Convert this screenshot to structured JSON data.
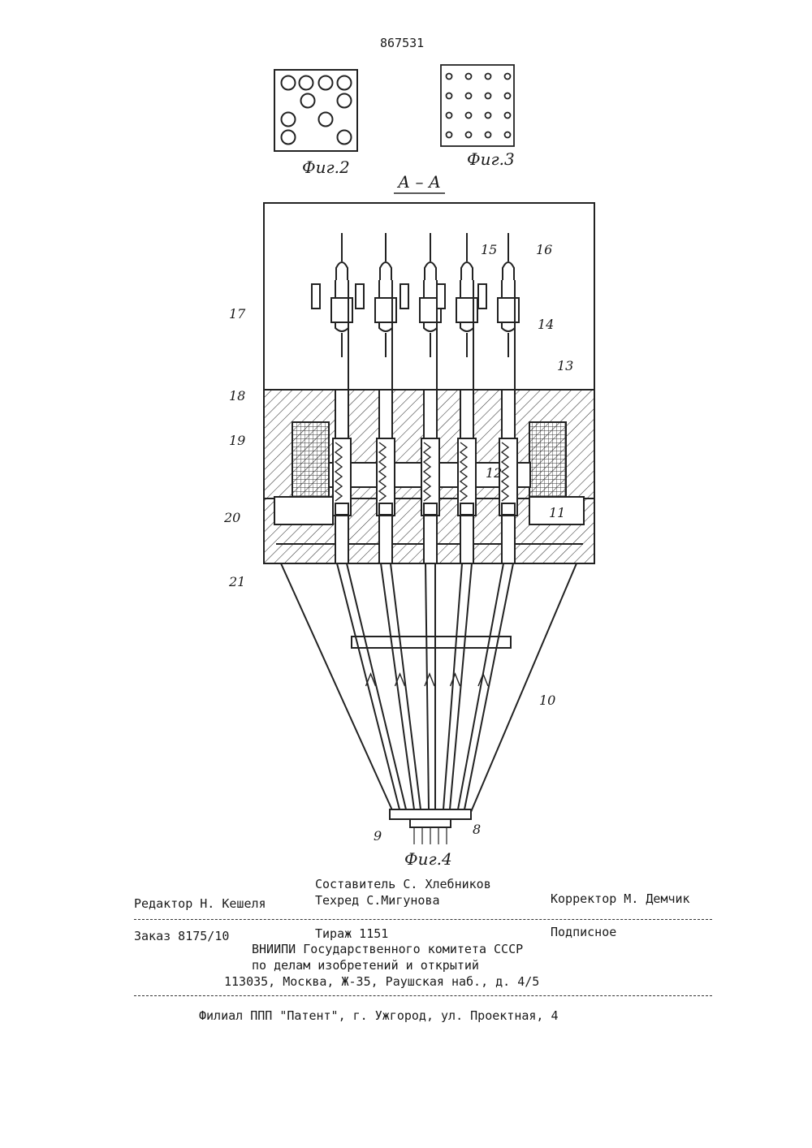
{
  "header": {
    "patent_number": "867531"
  },
  "figures": {
    "fig2_caption": "Фиг.2",
    "fig3_caption": "Фиг.3",
    "fig4_caption": "Фиг.4",
    "section_label": "А – А",
    "reference_numbers": [
      "8",
      "9",
      "10",
      "11",
      "12",
      "13",
      "14",
      "15",
      "16",
      "17",
      "18",
      "19",
      "20",
      "21"
    ]
  },
  "imprint": {
    "compiler": "Составитель  С. Хлебников",
    "editor": "Редактор  Н. Кешеля",
    "techred": "Техред С.Мигунова",
    "corrector": "Корректор М. Демчик",
    "order": "Заказ  8175/10",
    "circulation": "Тираж  1151",
    "subscription": "Подписное",
    "org_line1": "ВНИИПИ Государственного комитета СССР",
    "org_line2": "по делам изобретений и открытий",
    "org_line3": "113035, Москва, Ж-35, Раушская наб., д. 4/5",
    "branch": "Филиал ППП \"Патент\", г. Ужгород, ул. Проектная, 4"
  }
}
